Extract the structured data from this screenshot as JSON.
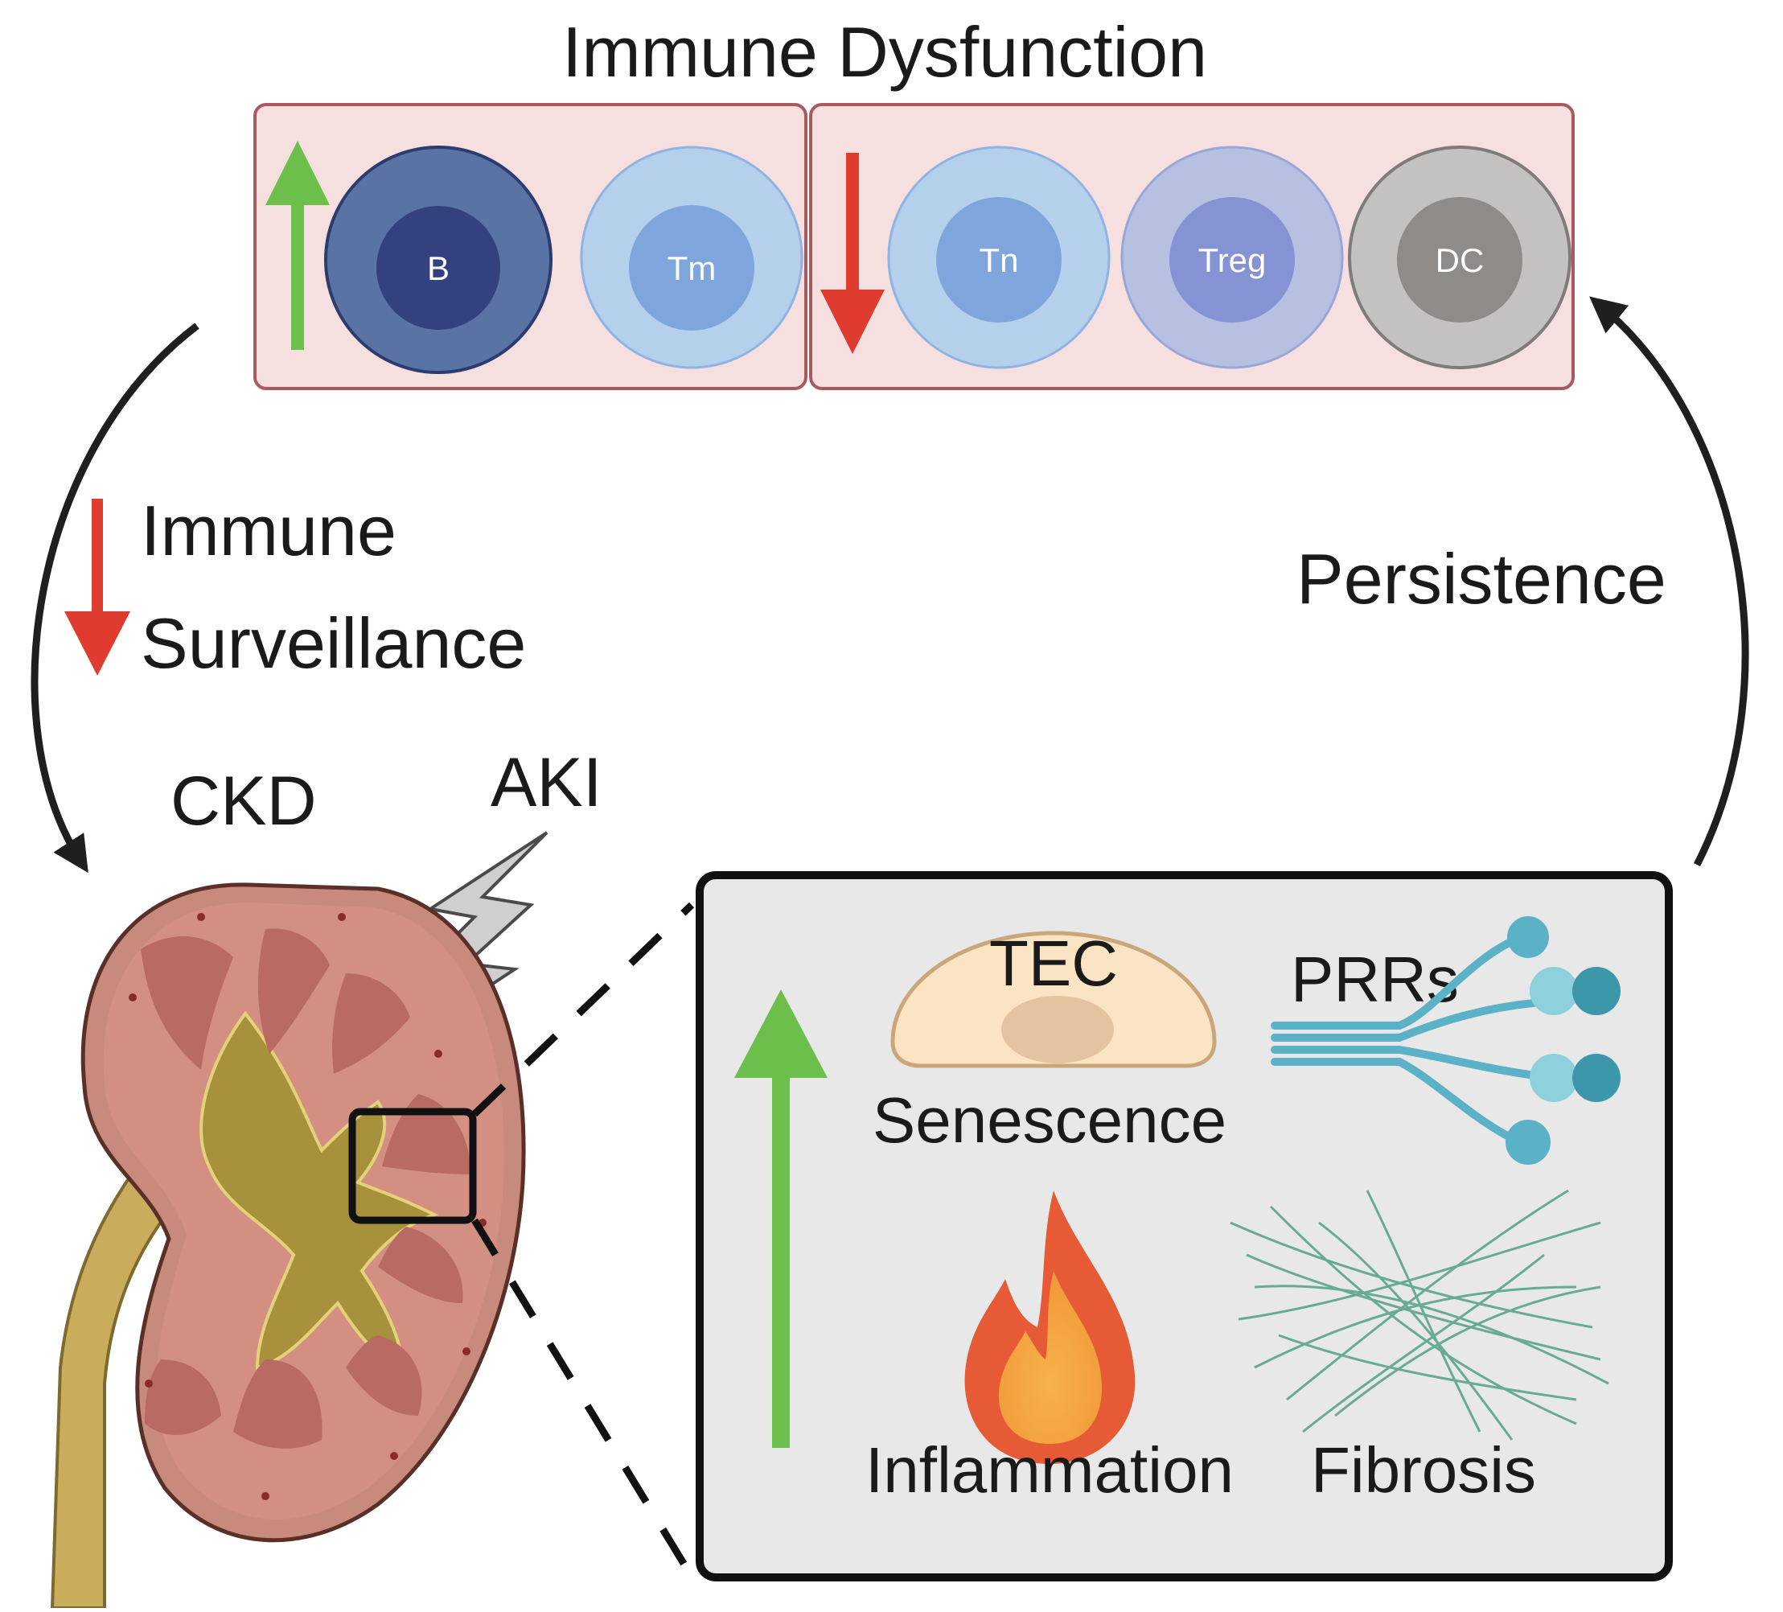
{
  "title": "Immune Dysfunction",
  "increased_cells": [
    {
      "label": "B",
      "outer": "#5a73a5",
      "inner": "#33427e",
      "ring": "#2c3c6e"
    },
    {
      "label": "Tm",
      "outer": "#b4d0ea",
      "inner": "#7fa6dc",
      "ring": "#8fb3e2"
    }
  ],
  "decreased_cells": [
    {
      "label": "Tn",
      "outer": "#b4d0ea",
      "inner": "#7fa6dc",
      "ring": "#8fb3e2"
    },
    {
      "label": "Treg",
      "outer": "#b6c0e0",
      "inner": "#8593d4",
      "ring": "#9aa6d8"
    },
    {
      "label": "DC",
      "outer": "#c4c2c1",
      "inner": "#8f8b89",
      "ring": "#7f7b7a"
    }
  ],
  "left_arrow_label": {
    "line1": "Immune",
    "line2": "Surveillance"
  },
  "right_arrow_label": "Persistence",
  "kidney_labels": {
    "ckd": "CKD",
    "aki": "AKI"
  },
  "inset": {
    "tec": "TEC",
    "senescence": "Senescence",
    "prrs": "PRRs",
    "inflammation": "Inflammation",
    "fibrosis": "Fibrosis"
  },
  "colors": {
    "panel_fill": "#f5dfdf",
    "panel_stroke": "#a85a5e",
    "up_arrow": "#6cbf4b",
    "down_arrow": "#e03b2f",
    "cycle_arrow": "#1f1f1f",
    "inset_fill": "#e8e8e8",
    "kidney_cortex": "#d39082",
    "kidney_pelvis": "#a8913c"
  }
}
